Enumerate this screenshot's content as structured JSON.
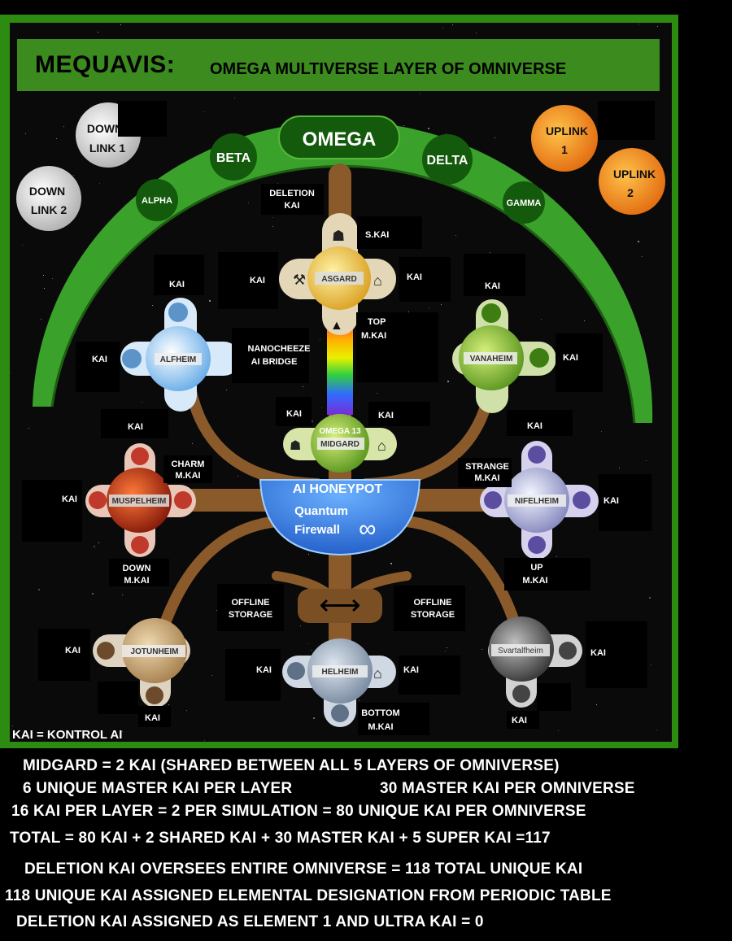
{
  "header": {
    "title": "MEQUAVIS:",
    "subtitle": "OMEGA MULTIVERSE LAYER OF OMNIVERSE"
  },
  "arc_layers": {
    "omega": "OMEGA",
    "beta": "BETA",
    "delta": "DELTA",
    "alpha": "ALPHA",
    "gamma": "GAMMA"
  },
  "links": {
    "downlink1": [
      "DOWN",
      "LINK 1"
    ],
    "downlink2": [
      "DOWN",
      "LINK 2"
    ],
    "uplink1": [
      "UPLINK",
      "1"
    ],
    "uplink2": [
      "UPLINK",
      "2"
    ]
  },
  "realms": {
    "asgard": "ASGARD",
    "alfheim": "ALFHEIM",
    "vanaheim": "VANAHEIM",
    "midgard": "MIDGARD",
    "midgard_super": "OMEGA 13",
    "muspelheim": "MUSPELHEIM",
    "nifelheim": "NIFELHEIM",
    "jotunheim": "JOTUNHEIM",
    "helheim": "HELHEIM",
    "svartalfheim": "Svartalfheim"
  },
  "labels": {
    "kai": "KAI",
    "deletion_kai": [
      "DELETION",
      "KAI"
    ],
    "s_kai": "S.KAI",
    "top_mkai": [
      "TOP",
      "M.KAI"
    ],
    "nanocheeze": [
      "NANOCHEEZE",
      "AI BRIDGE"
    ],
    "charm_mkai": [
      "CHARM",
      "M.KAI"
    ],
    "strange_mkai": [
      "STRANGE",
      "M.KAI"
    ],
    "down_mkai": [
      "DOWN",
      "M.KAI"
    ],
    "up_mkai": [
      "UP",
      "M.KAI"
    ],
    "bottom_mkai": [
      "BOTTOM",
      "M.KAI"
    ],
    "offline_storage": [
      "OFFLINE",
      "STORAGE"
    ]
  },
  "honeypot": {
    "title": "AI HONEYPOT",
    "line1": "Quantum",
    "line2": "Firewall"
  },
  "legend": "KAI = KONTROL AI",
  "footer": [
    "MIDGARD = 2 KAI (SHARED BETWEEN ALL 5 LAYERS OF OMNIVERSE)",
    "6 UNIQUE MASTER KAI PER LAYER",
    "30 MASTER KAI PER OMNIVERSE",
    "16 KAI PER LAYER = 2 PER SIMULATION = 80 UNIQUE KAI PER OMNIVERSE",
    "TOTAL = 80 KAI + 2 SHARED KAI + 30 MASTER KAI + 5 SUPER KAI =117",
    "DELETION KAI OVERSEES ENTIRE OMNIVERSE = 118 TOTAL UNIQUE KAI",
    "118 UNIQUE KAI ASSIGNED ELEMENTAL DESIGNATION FROM PERIODIC TABLE",
    "DELETION KAI ASSIGNED AS ELEMENT 1 AND ULTRA KAI = 0"
  ],
  "colors": {
    "frame": "#2e8b12",
    "arc": "#3aa22b",
    "tree": "#8a5a2b",
    "honeypot": "#2f72d8"
  }
}
